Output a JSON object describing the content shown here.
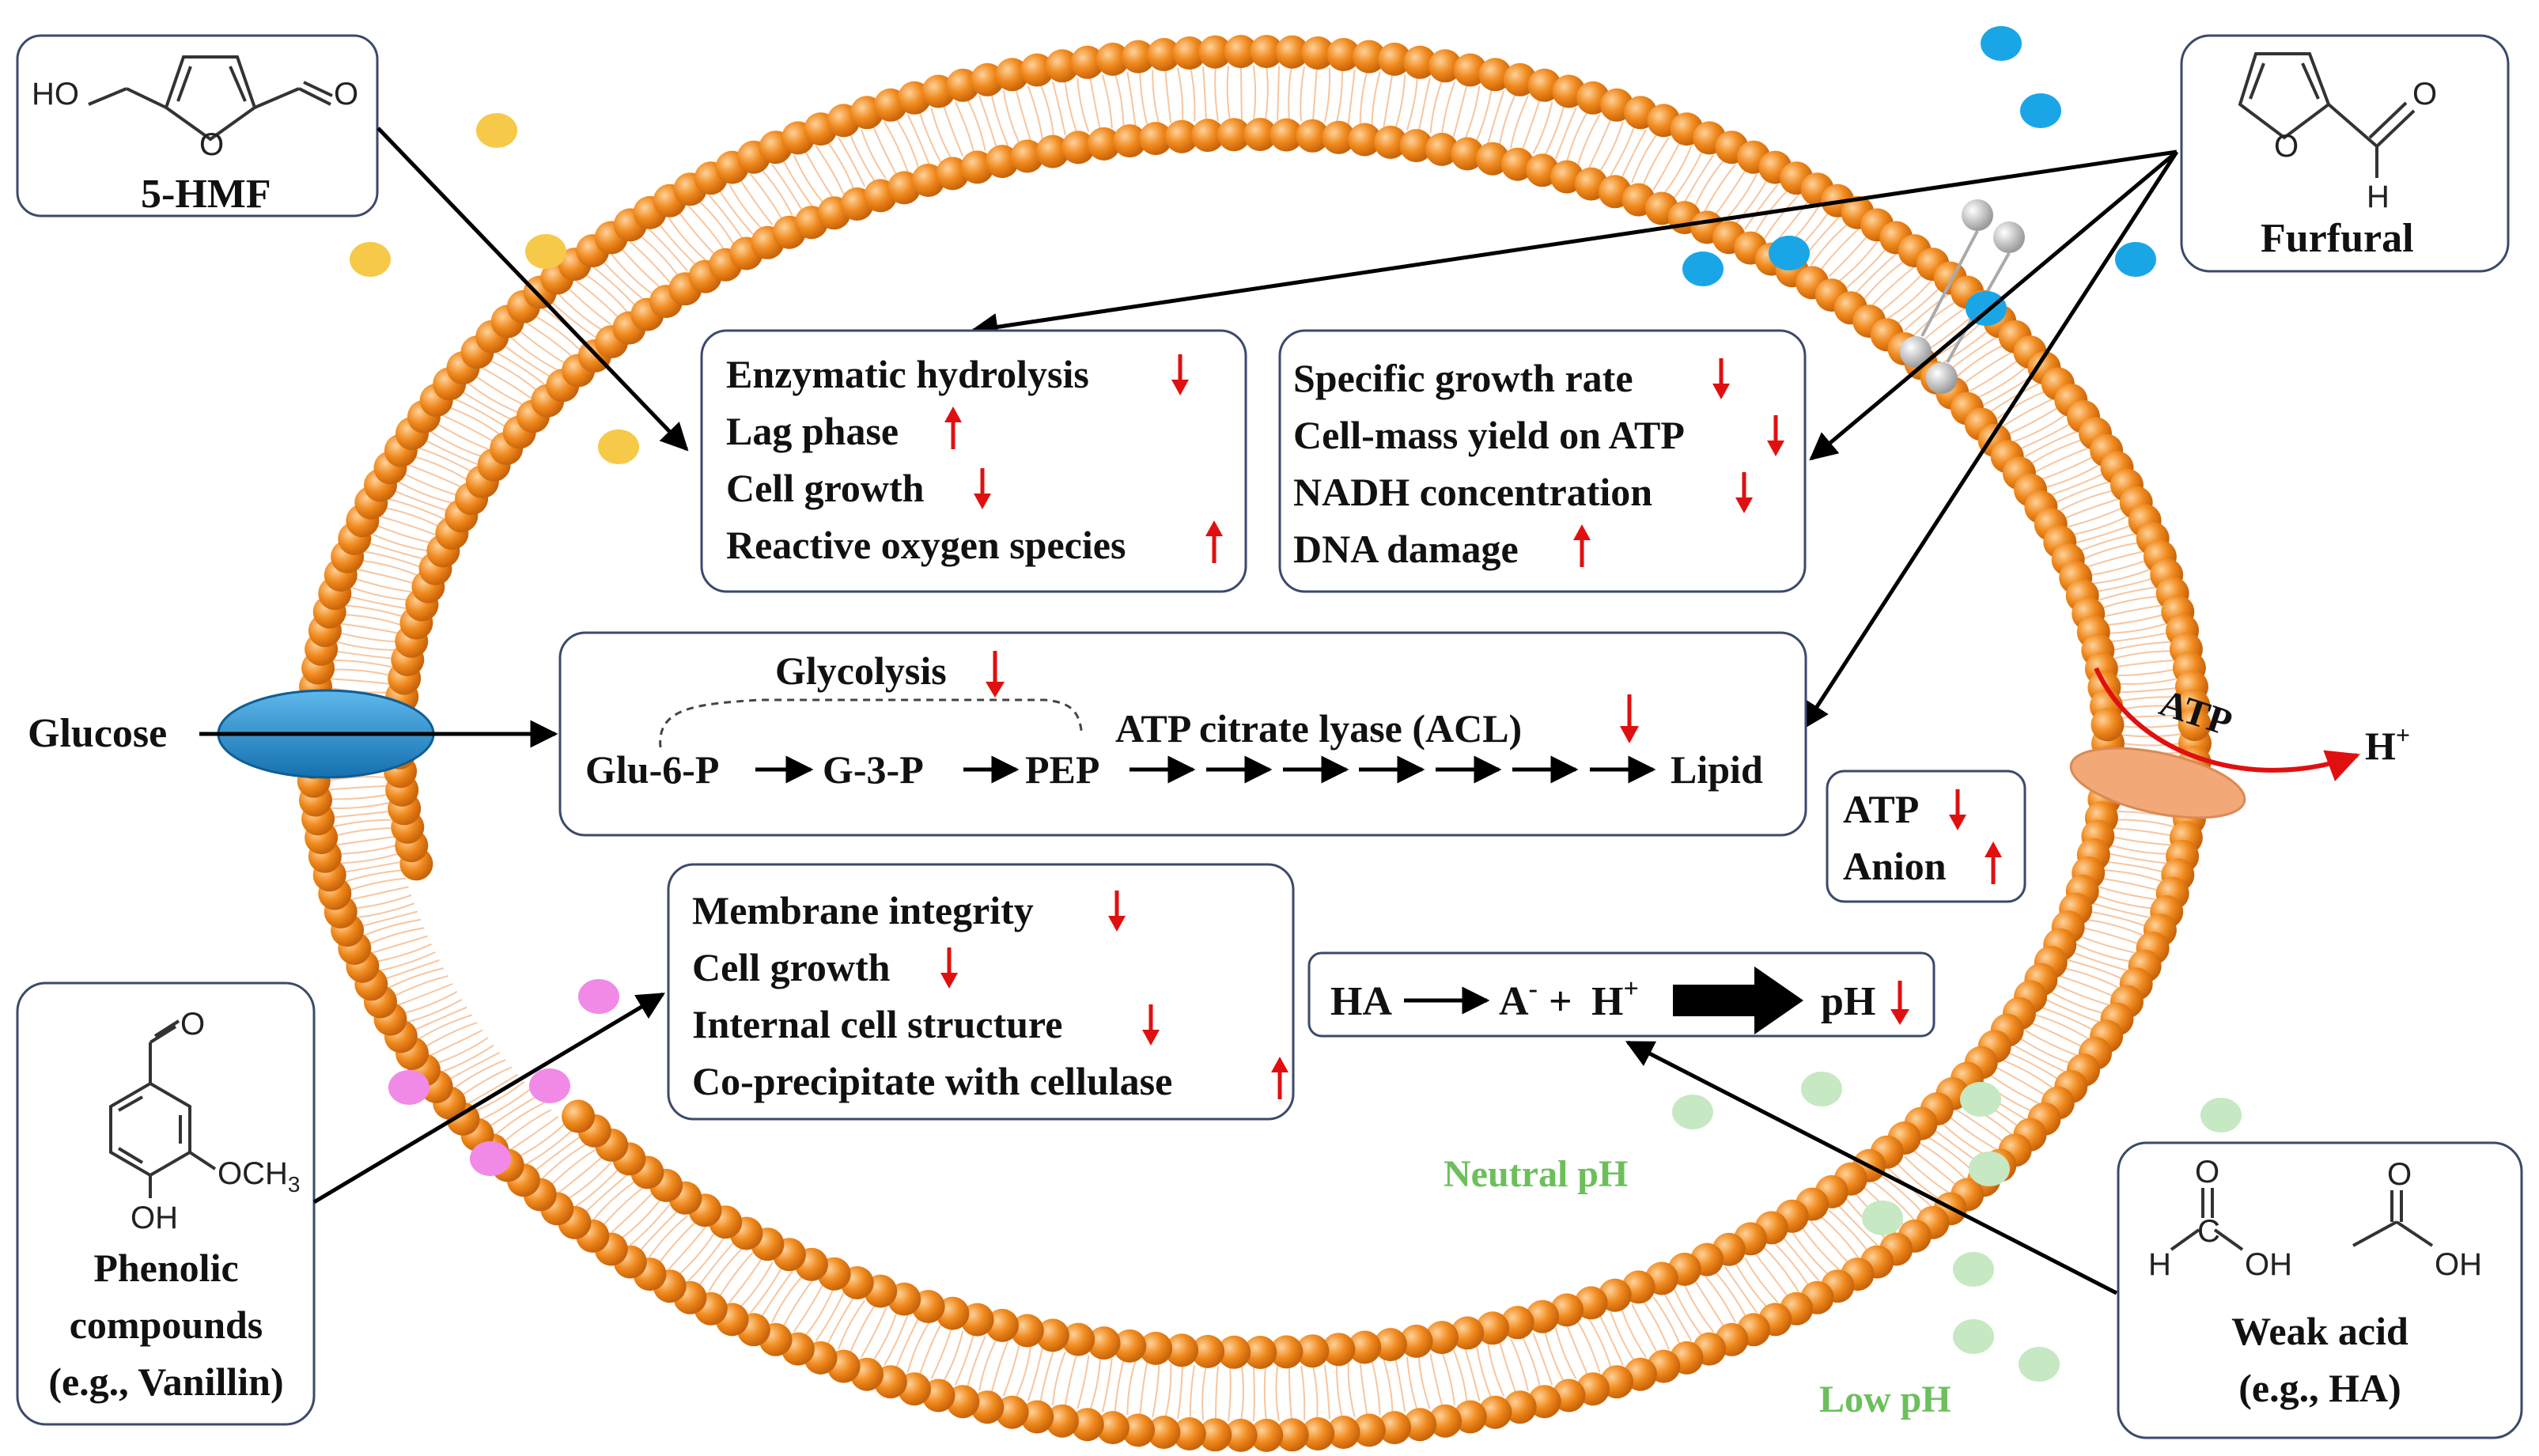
{
  "chemicals": {
    "hmf": {
      "name": "5-HMF",
      "ho": "HO",
      "o_ring": "O",
      "o_ald": "O"
    },
    "furfural": {
      "name": "Furfural",
      "o_ring": "O",
      "o_ald": "O",
      "h": "H"
    },
    "phenolic": {
      "lines": [
        "Phenolic",
        "compounds",
        "(e.g., Vanillin)"
      ],
      "o_ald": "O",
      "och3": "OCH",
      "och3_sub": "3",
      "oh": "OH"
    },
    "weak_acid": {
      "lines": [
        "Weak acid",
        "(e.g., HA)"
      ],
      "formic_o": "O",
      "formic_h": "H",
      "formic_c": "C",
      "formic_oh": "OH",
      "acetic_o": "O",
      "acetic_oh": "OH"
    }
  },
  "boxes": {
    "hmf_effects": [
      "Enzymatic hydrolysis",
      "Lag phase",
      "Cell growth",
      "Reactive oxygen species"
    ],
    "furfural_effects": [
      "Specific growth rate",
      "Cell-mass yield on ATP",
      "NADH concentration",
      "DNA damage"
    ],
    "phenolic_effects": [
      "Membrane integrity",
      "Cell growth",
      "Internal cell structure",
      "Co-precipitate with cellulase"
    ],
    "atp_anion": [
      "ATP",
      "Anion"
    ]
  },
  "pathway": {
    "glycolysis": "Glycolysis",
    "acl": "ATP citrate lyase (ACL)",
    "glu6p": "Glu-6-P",
    "g3p": "G-3-P",
    "pep": "PEP",
    "lipid": "Lipid"
  },
  "acid_reaction": {
    "ha": "HA",
    "a": "A",
    "a_charge": "-",
    "plus": "+",
    "h": "H",
    "h_charge": "+",
    "ph": "pH"
  },
  "labels": {
    "glucose": "Glucose",
    "atp_pump": "ATP",
    "h_out": "H",
    "h_out_charge": "+",
    "neutral_ph": "Neutral pH",
    "low_ph": "Low pH"
  },
  "colors": {
    "membrane_head": "#f08a1e",
    "arrow_up_down": "#e01010",
    "glucose_transporter": "#2b8fd0",
    "pump": "#f3a878",
    "furfural_dot": "#1aa6e6",
    "hmf_dot": "#f7c948",
    "phenolic_dot": "#f08ae6",
    "acid_dot": "#9fd89f",
    "ph_text": "#6cbf5c"
  }
}
